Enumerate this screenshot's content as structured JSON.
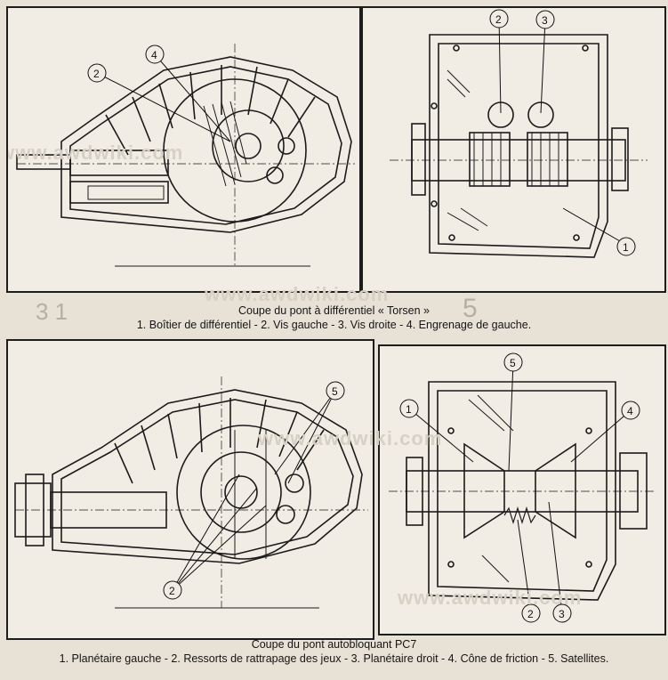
{
  "figure_top": {
    "caption_title": "Coupe du pont à différentiel « Torsen »",
    "caption_legend": "1. Boîtier de différentiel - 2. Vis gauche - 3. Vis droite - 4. Engrenage de gauche.",
    "left_callouts": [
      "4",
      "2"
    ],
    "right_callouts": [
      "2",
      "3",
      "1"
    ]
  },
  "figure_bottom": {
    "caption_title": "Coupe du pont autobloquant PC7",
    "caption_legend": "1. Planétaire gauche - 2. Ressorts de rattrapage des jeux - 3. Planétaire droit - 4. Cône de friction - 5. Satellites.",
    "left_callouts": [
      "5",
      "2"
    ],
    "right_callouts": [
      "5",
      "1",
      "4",
      "2",
      "3"
    ]
  },
  "watermarks": [
    "www.awdwiki.com",
    "www.awdwiki.com",
    "www.awdwiki.com",
    "www.awdwiki.com"
  ]
}
